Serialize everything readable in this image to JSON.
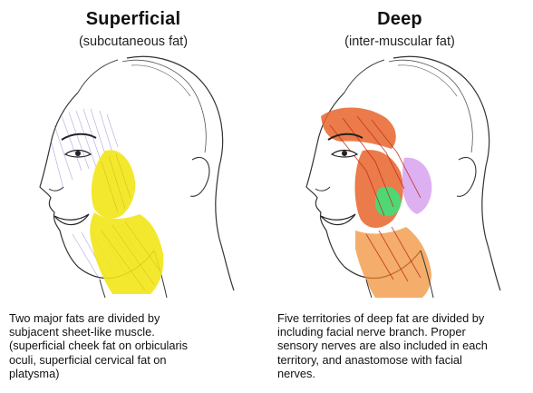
{
  "left_panel": {
    "title": "Superficial",
    "subtitle": "(subcutaneous fat)",
    "description_lines": [
      "Two major fats are divided by",
      "subjacent sheet-like muscle.",
      "(superficial cheek fat on orbicularis",
      "oculi, superficial cervical fat on",
      "platysma)"
    ],
    "highlight_color": "#f3e617"
  },
  "right_panel": {
    "title": "Deep",
    "subtitle": "(inter-muscular fat)",
    "description_lines": [
      "Five territories of deep fat are divided by",
      "including  facial nerve branch. Proper",
      "sensory nerves are also included  in each",
      "territory, and anastomose with facial",
      "nerves."
    ],
    "highlight_colors": [
      "#e8642a",
      "#d9a8f0",
      "#3ee07a",
      "#f08a2c"
    ]
  }
}
